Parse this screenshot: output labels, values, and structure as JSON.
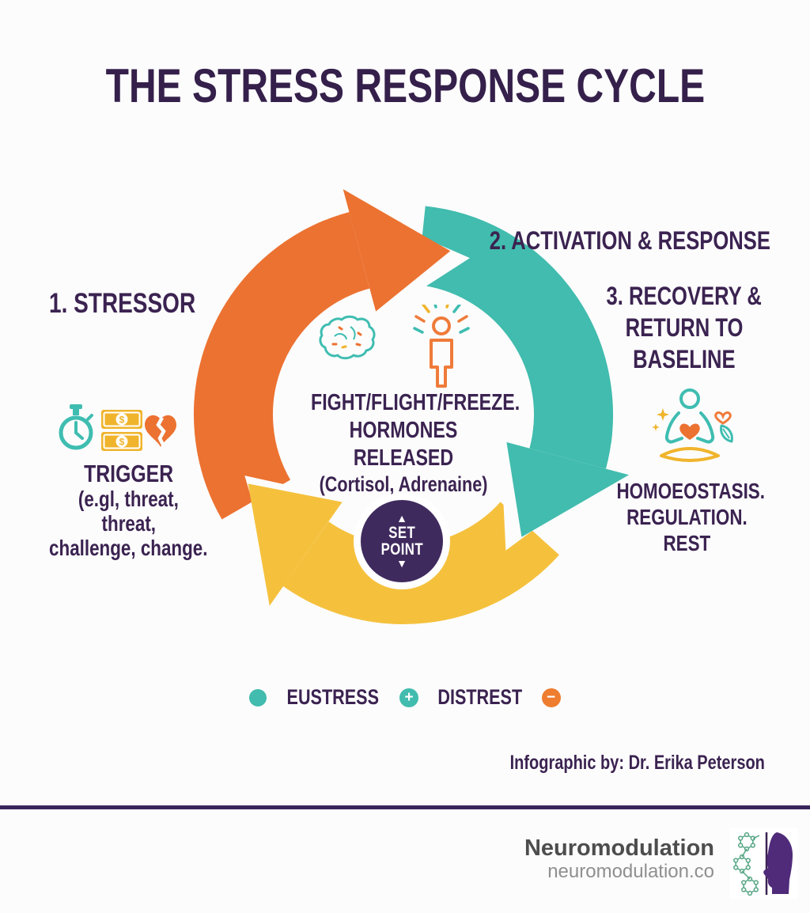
{
  "title": "THE STRESS RESPONSE CYCLE",
  "cycle": {
    "step1": {
      "label": "1. STRESSOR"
    },
    "step2": {
      "label": "2. ACTIVATION & RESPONSE"
    },
    "step3": {
      "line1": "3. RECOVERY &",
      "line2": "RETURN TO",
      "line3": "BASELINE"
    }
  },
  "left_caption": {
    "title": "TRIGGER",
    "line1": "(e.gl, threat,",
    "line2": "threat,",
    "line3": "challenge, change."
  },
  "right_caption": {
    "line1": "HOMOEOSTASIS.",
    "line2": "REGULATION.",
    "line3": "REST"
  },
  "center": {
    "line1": "FIGHT/FLIGHT/FREEZE.",
    "line2": "HORMONES RELEASED",
    "line3": "(Cortisol, Adrenaine)"
  },
  "set_point": {
    "line1": "SET",
    "line2": "POINT",
    "up_arrow": "▲",
    "down_arrow": "▼"
  },
  "legend": {
    "eustress_label": "EUSTRESS",
    "eustress_plus": "+",
    "distress_label": "DISTREST",
    "distress_minus": "−"
  },
  "icons": {
    "dollar": "$"
  },
  "credit": "Infographic by: Dr. Erika Peterson",
  "footer": {
    "brand": "Neuromodulation",
    "url": "neuromodulation.co"
  },
  "colors": {
    "heading_purple": "#3b2351",
    "arc_orange": "#ec7231",
    "arc_teal": "#41bcae",
    "arc_yellow": "#f5c13d",
    "set_point_bg": "#3f2a5e",
    "brand_text": "#4d4d4d",
    "url_text": "#8f8f8f",
    "molecule_green": "#55a583"
  }
}
